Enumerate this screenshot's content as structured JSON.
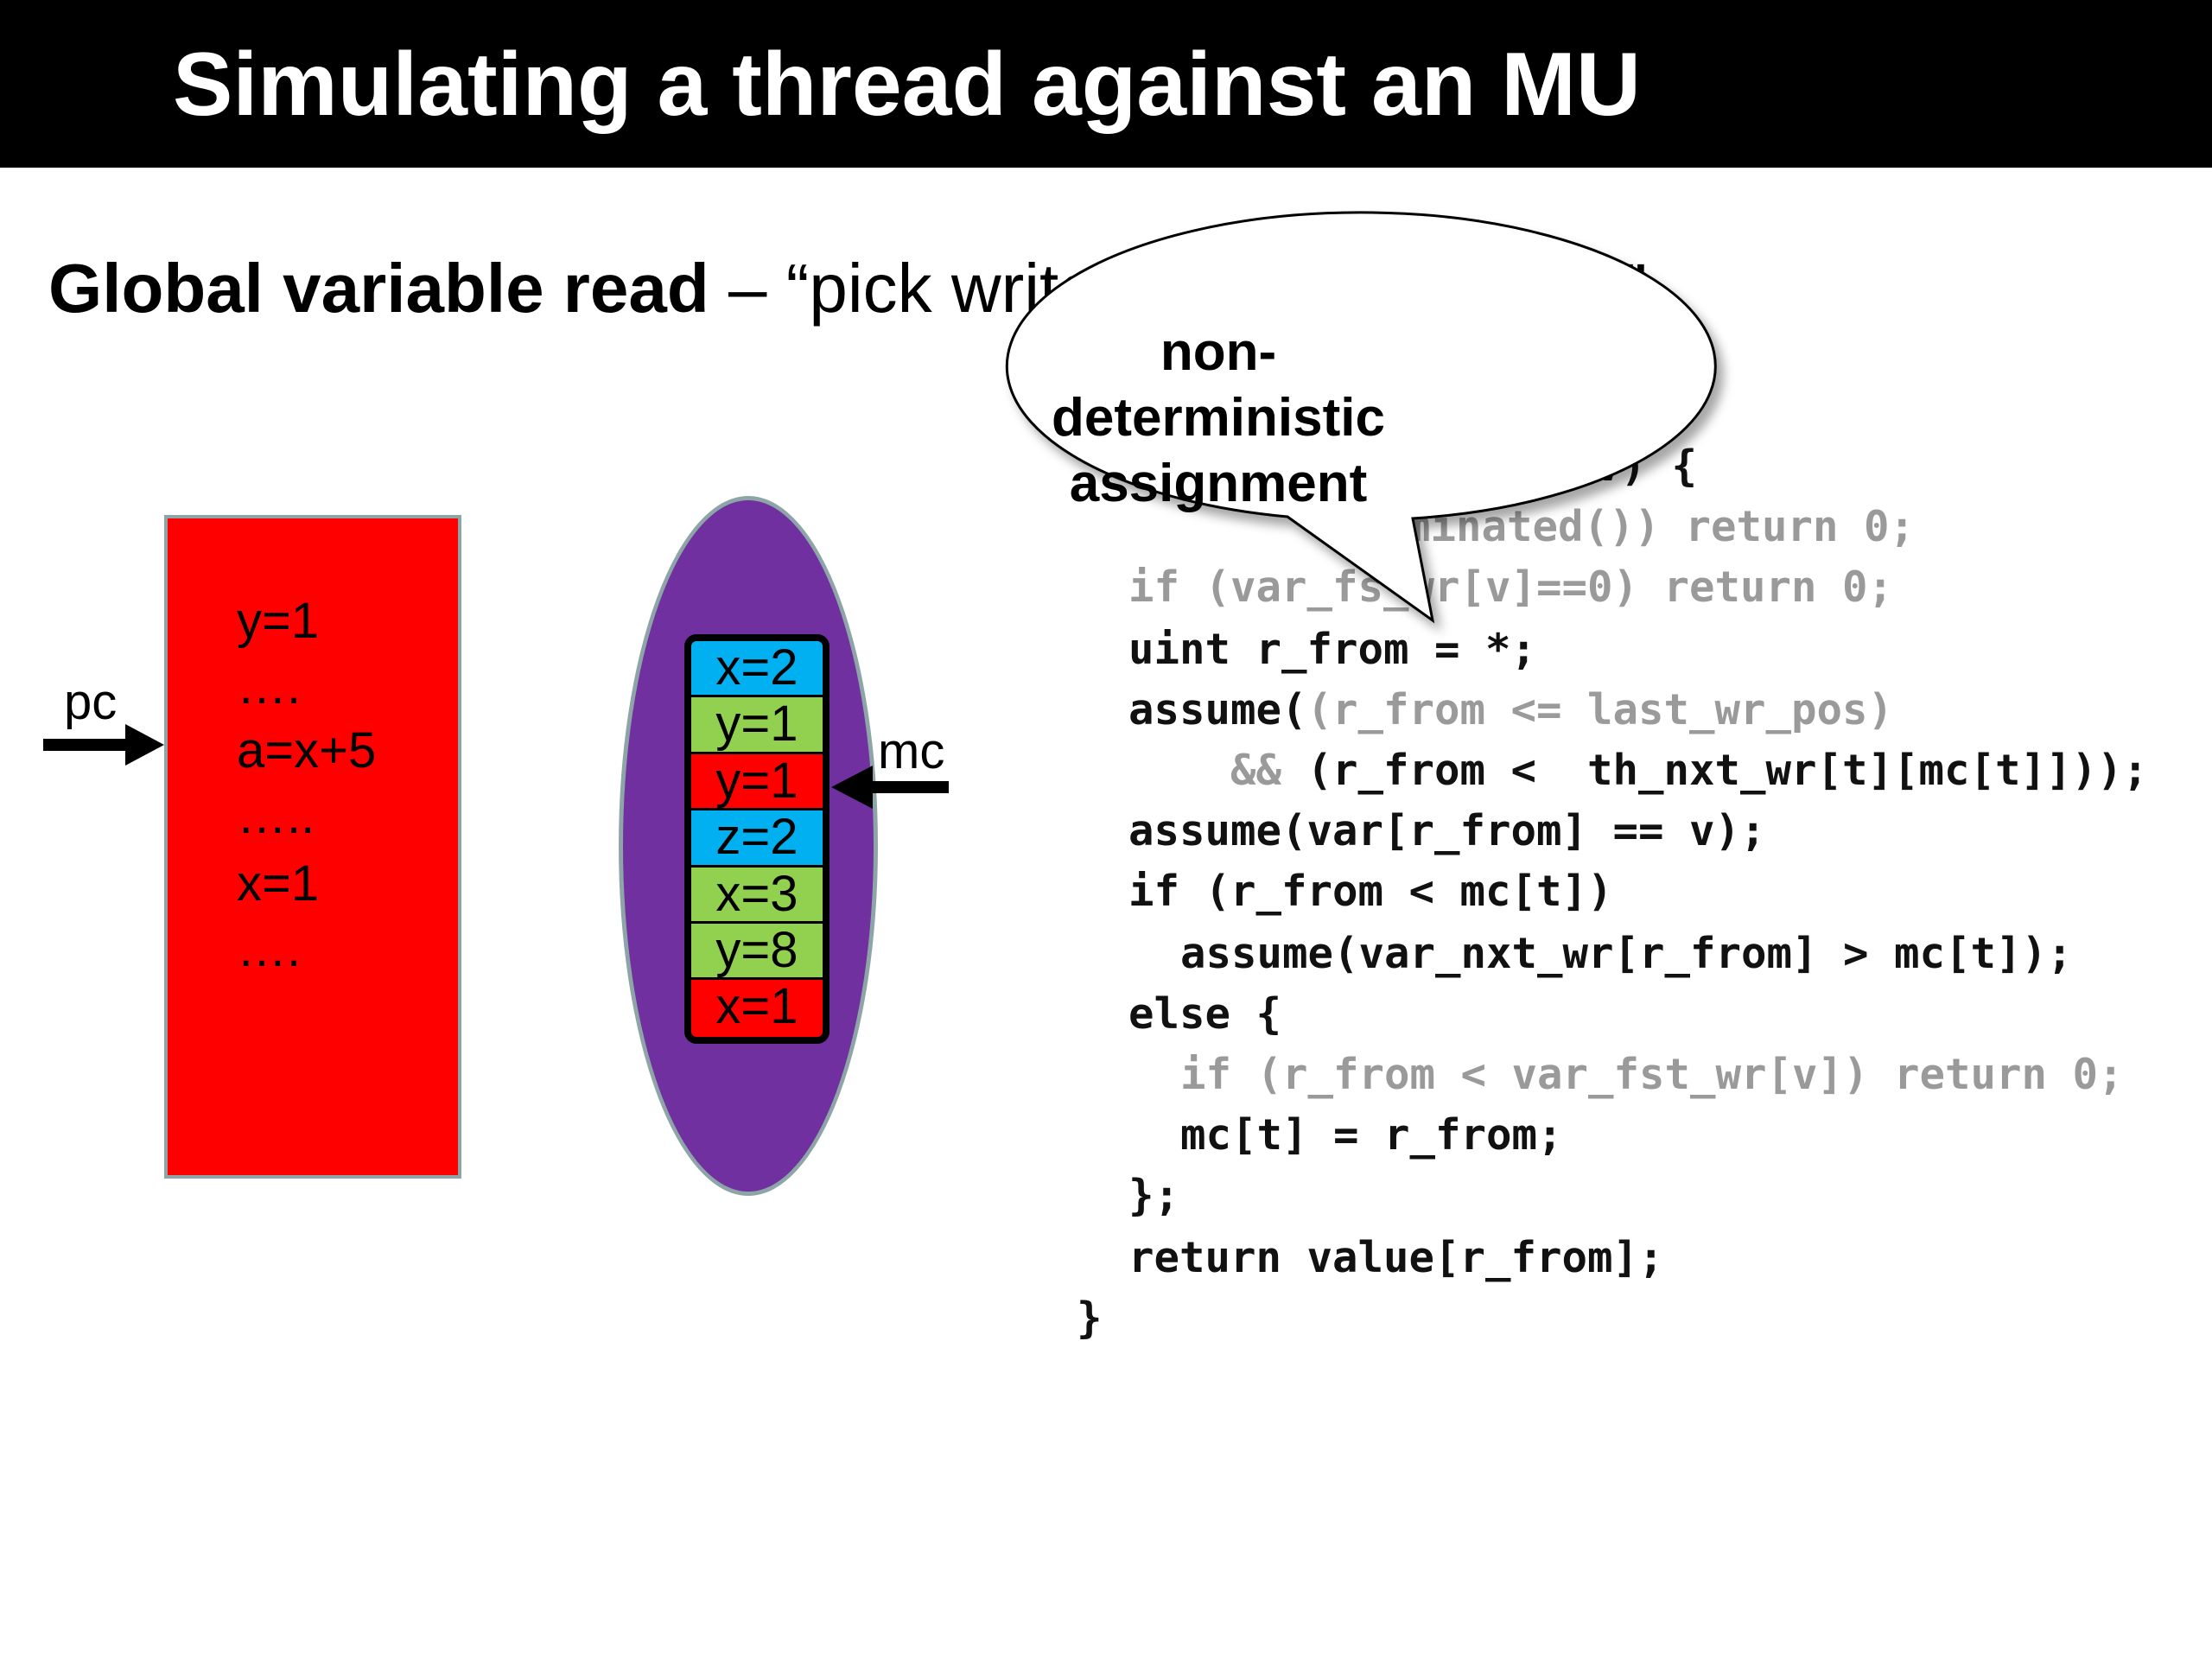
{
  "title": "Simulating a thread against an MU",
  "subtitle": {
    "bold": "Global variable read",
    "rest": " – “pick write position in  range”"
  },
  "thread": {
    "pc_label": "pc",
    "lines": [
      "y=1",
      "….",
      "a=x+5",
      "…..",
      "x=1",
      "…."
    ]
  },
  "memory": {
    "mc_label": "mc",
    "cells": [
      {
        "text": "x=2",
        "color": "#00b0f0"
      },
      {
        "text": "y=1",
        "color": "#92d050"
      },
      {
        "text": "y=1",
        "color": "#ff0000"
      },
      {
        "text": "z=2",
        "color": "#00b0f0"
      },
      {
        "text": "x=3",
        "color": "#92d050"
      },
      {
        "text": "y=8",
        "color": "#92d050"
      },
      {
        "text": "x=1",
        "color": "#ff0000"
      }
    ]
  },
  "callout": {
    "lines": [
      "non-",
      "deterministic",
      "assignment"
    ]
  },
  "code": {
    "line0": "int v) {",
    "line1": "minated()) return 0;",
    "line2a": "if (var_fs",
    "line2b": "_wr[v]==0) return 0;",
    "line3": "uint r_from = *;",
    "line4a": "assume(",
    "line4b": "(r_from <= last_wr_pos)",
    "line5a": "&&",
    "line5b": " (r_from <  th_nxt_wr[t][mc[t]]));",
    "line6": "assume(var[r_from] == v);",
    "line7": "if (r_from < mc[t])",
    "line8": "assume(var_nxt_wr[r_from] > mc[t]);",
    "line9": "else {",
    "line10": "if (r_from < var_fst_wr[v]) return 0;",
    "line11": "mc[t] = r_from;",
    "line12": "};",
    "line13": "return value[r_from];",
    "line14": "}"
  }
}
